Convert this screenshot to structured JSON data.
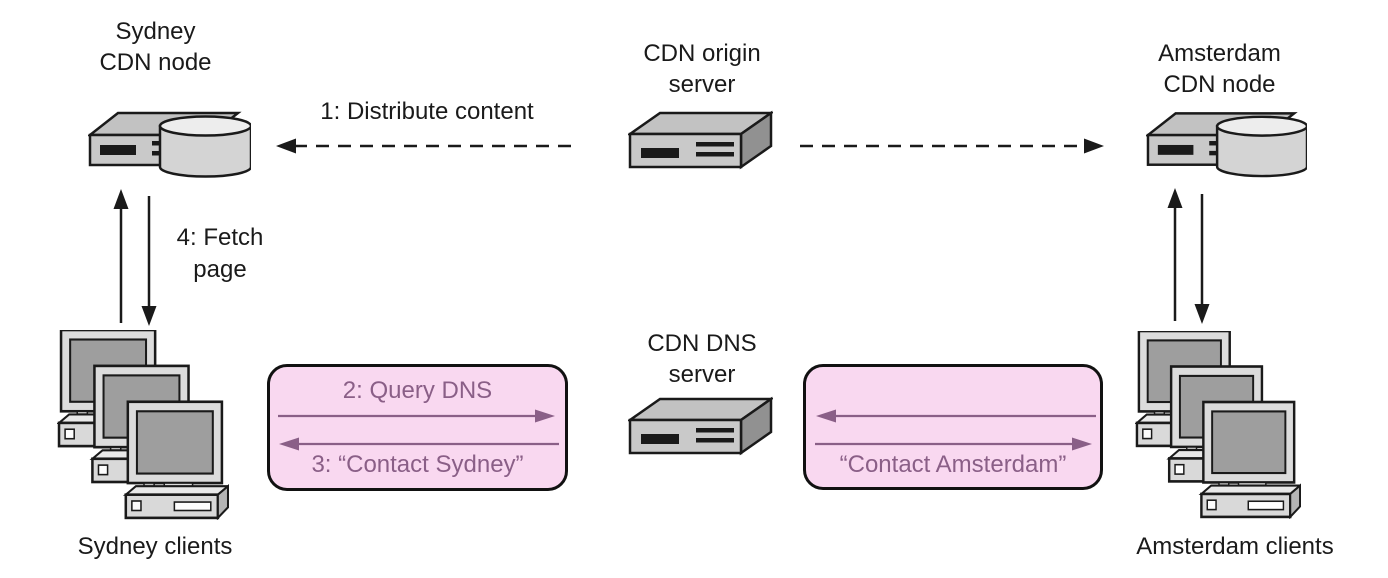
{
  "title": "CDN content distribution and DNS redirection diagram",
  "colors": {
    "pink_box_fill": "#f9d8f0",
    "pink_box_border": "#111111",
    "mauve_text": "#8a5f87",
    "diagram_line": "#1a1a1a",
    "server_front_gray": "#c9c9c9",
    "server_side_gray": "#919191",
    "disk_gray": "#d4d4d4",
    "screen_gray": "#9e9e9e"
  },
  "nodes": {
    "sydney_cdn_node": {
      "line1": "Sydney",
      "line2": "CDN node"
    },
    "cdn_origin_server": {
      "line1": "CDN origin",
      "line2": "server"
    },
    "amsterdam_cdn_node": {
      "line1": "Amsterdam",
      "line2": "CDN node"
    },
    "cdn_dns_server": {
      "line1": "CDN DNS",
      "line2": "server"
    },
    "sydney_clients": {
      "label": "Sydney clients"
    },
    "amsterdam_clients": {
      "label": "Amsterdam clients"
    }
  },
  "flows": {
    "distribute_content": "1: Distribute content",
    "fetch_page_line1": "4: Fetch",
    "fetch_page_line2": "page",
    "query_dns": "2: Query DNS",
    "contact_sydney": "3: “Contact Sydney”",
    "contact_amsterdam": "“Contact Amsterdam”"
  }
}
